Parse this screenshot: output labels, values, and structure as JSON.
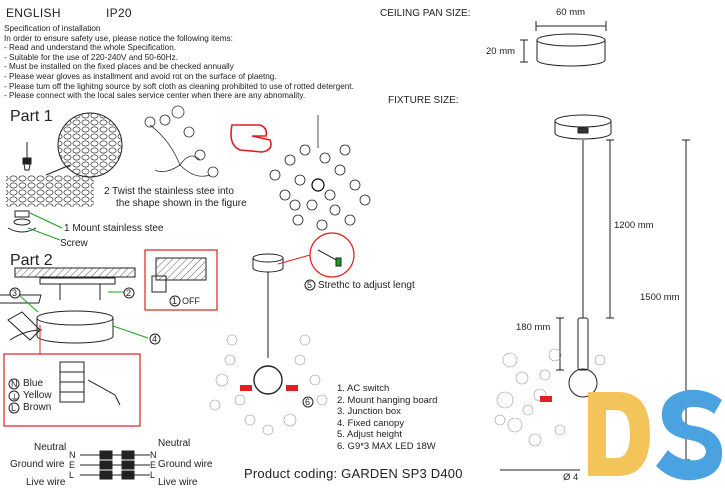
{
  "header": {
    "language": "ENGLISH",
    "rating": "IP20"
  },
  "spec": {
    "title": "Specification of installation",
    "intro": "In order to ensure safety use, please notice the following items:",
    "items": [
      "- Read and understand the whole Specification.",
      "- Suitable for the use of 220-240V and 50-60Hz.",
      "- Must be installed on the fixed places and be checked annually",
      "- Please wear gloves as installment and avoid rot on the surface of plaetng.",
      "- Please tum off the lighitng source by soft cloth as cleaning prohibited to use of rotted detergent.",
      "- Please connect with the local sales service center when there are any abnomality."
    ]
  },
  "ceiling_pan": {
    "label": "CEILING PAN  SIZE:",
    "width": "60 mm",
    "height": "20 mm"
  },
  "fixture": {
    "label": "FIXTURE SIZE:",
    "dim_1200": "1200 mm",
    "dim_1500": "1500 mm",
    "dim_180": "180 mm",
    "dim_diam": "Ø 4"
  },
  "part1": {
    "title": "Part 1",
    "step2": "2 Twist the stainless stee into",
    "step2b": "the shape shown in the figure",
    "step1": "1 Mount stainless stee",
    "screw": "Screw"
  },
  "part2": {
    "title": "Part 2",
    "off": "OFF",
    "callouts": [
      "1",
      "2",
      "3",
      "4",
      "5",
      "6"
    ],
    "adjust": "Strethc to adjust lengt",
    "wire_blue": "Blue",
    "wire_yellow": "Yellow",
    "wire_brown": "Brown",
    "sym_n": "N",
    "sym_e": "⏚",
    "sym_l": "L"
  },
  "wiring": {
    "neutral": "Neutral",
    "ground": "Ground wire",
    "live": "Live wire",
    "n": "N",
    "e": "E",
    "l": "L"
  },
  "legend": [
    "1. AC switch",
    "2. Mount hanging board",
    "3. Junction box",
    "4. Fixed canopy",
    "5. Adjust height",
    "6. G9*3 MAX LED 18W"
  ],
  "product": {
    "coding": "Product coding: GARDEN SP3 D400"
  },
  "colors": {
    "logo_yellow": "#f2c45a",
    "logo_blue": "#4aa3e0",
    "accent_red": "#e02020",
    "accent_green": "#1aa01a"
  }
}
